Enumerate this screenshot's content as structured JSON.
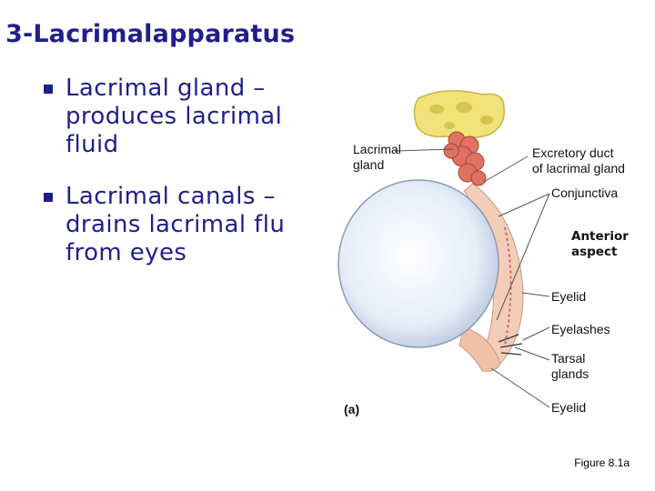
{
  "slide": {
    "title": "3-Lacrimalapparatus",
    "bullets": [
      {
        "lines": [
          "Lacrimal gland –",
          "produces lacrimal",
          "fluid"
        ]
      },
      {
        "lines": [
          "Lacrimal canals –",
          "drains lacrimal flu",
          "from eyes"
        ]
      }
    ],
    "figure_caption": "Figure 8.1a"
  },
  "diagram": {
    "labels": {
      "lacrimal_gland": [
        "Lacrimal",
        "gland"
      ],
      "excretory_duct": [
        "Excretory duct",
        "of lacrimal gland"
      ],
      "conjunctiva": "Conjunctiva",
      "anterior_aspect": [
        "Anterior",
        "aspect"
      ],
      "eyelid_upper": "Eyelid",
      "eyelashes": "Eyelashes",
      "tarsal_glands": [
        "Tarsal",
        "glands"
      ],
      "eyelid_lower": "Eyelid",
      "panel_letter": "(a)"
    },
    "colors": {
      "eyeball": "#e8eef8",
      "gland": "#e07060",
      "bone": "#f0e06a",
      "eyelid": "#f2c9b4"
    }
  }
}
